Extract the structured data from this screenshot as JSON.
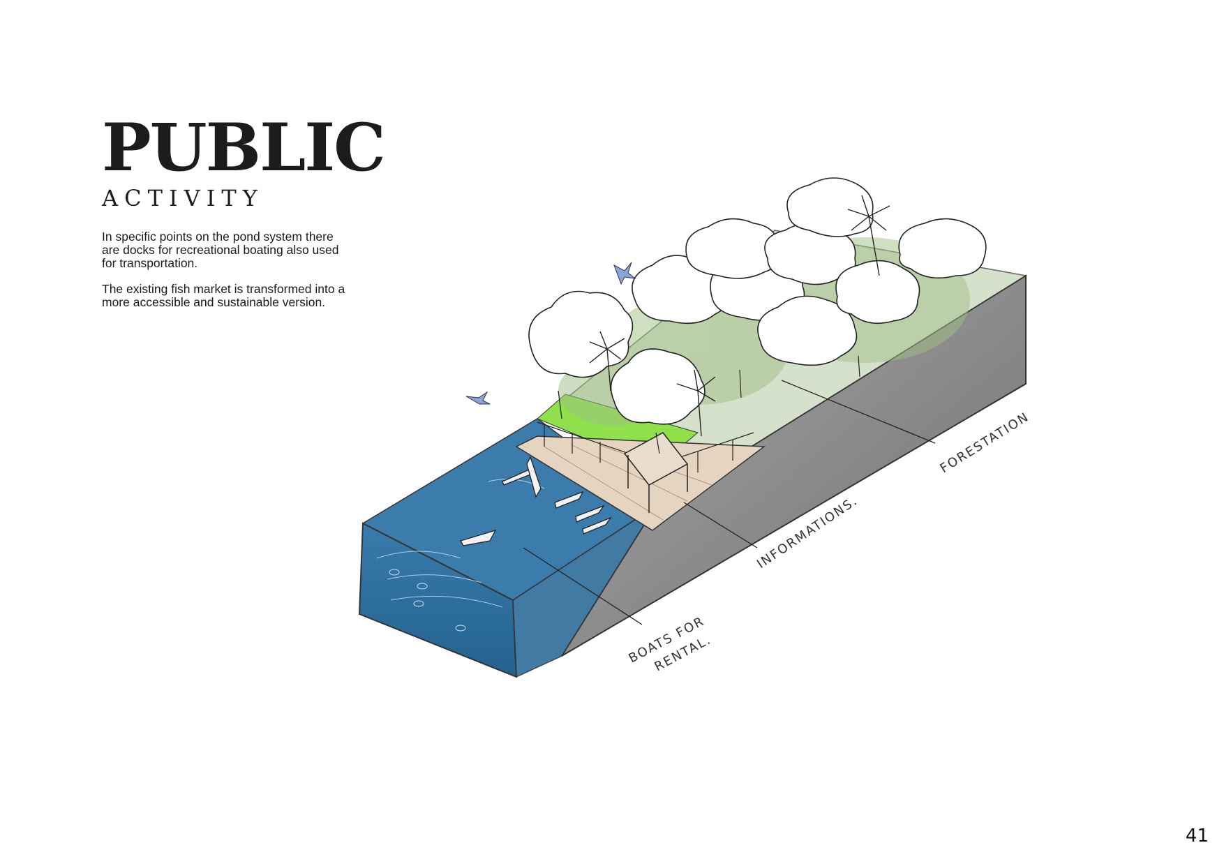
{
  "title": {
    "main": "PUBLIC",
    "sub": "ACTIVITY"
  },
  "description": [
    "In specific points on the pond system there are docks for recreational boating also used for transportation.",
    "The existing fish market is transformed into a more accessible and sustainable version."
  ],
  "annotations": {
    "boats": [
      "BOATS FOR",
      "RENTAL."
    ],
    "informations": "INFORMATIONS.",
    "forestation": "FORESTATION"
  },
  "page_number": "41",
  "colors": {
    "water": "#2f6f9c",
    "ground": "#8d8d8d",
    "grass": "#8fe04a",
    "vegetation": "#b6cda4",
    "ink": "#222222"
  },
  "icons": [
    "tree-icon",
    "palm-tree-icon",
    "boat-icon",
    "bird-icon",
    "info-pavilion-icon"
  ]
}
